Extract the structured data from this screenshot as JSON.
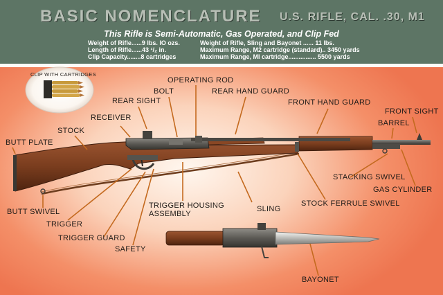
{
  "header": {
    "title": "BASIC NOMENCLATURE",
    "subtitle": "U.S. RIFLE, CAL. .30, M1",
    "tagline": "This Rifle is Semi-Automatic, Gas Operated, and Clip Fed",
    "specs": [
      "Weight of Rifle......9 lbs. IO ozs.",
      "Length of Rifle......43 ¹/₂ in.",
      "Clip Capacity........8 cartridges",
      "Weight of Rifle, Sling and Bayonet ...... 11 lbs.",
      "Maximum Range, M2 cartridge (standard).. 3450 yards",
      "Maximum Range, MI cartridge................ 5500 yards"
    ]
  },
  "labels": {
    "clip": "CLIP WITH CARTRIDGES",
    "operating_rod": "OPERATING ROD",
    "bolt": "BOLT",
    "rear_hand_guard": "REAR HAND GUARD",
    "rear_sight": "REAR SIGHT",
    "front_hand_guard": "FRONT HAND GUARD",
    "front_sight": "FRONT SIGHT",
    "receiver": "RECEIVER",
    "barrel": "BARREL",
    "stock": "STOCK",
    "butt_plate": "BUTT PLATE",
    "stacking_swivel": "STACKING SWIVEL",
    "gas_cylinder": "GAS CYLINDER",
    "butt_swivel": "BUTT SWIVEL",
    "trigger_housing": "TRIGGER HOUSING",
    "assembly": "ASSEMBLY",
    "sling": "SLING",
    "stock_ferrule_swivel": "STOCK FERRULE SWIVEL",
    "trigger": "TRIGGER",
    "trigger_guard": "TRIGGER GUARD",
    "safety": "SAFETY",
    "bayonet": "BAYONET"
  },
  "colors": {
    "header_bg": "#5d7565",
    "panel_edge": "#ee7550",
    "wood": "#7a3d1e",
    "metal": "#5c5a55",
    "leader": "#c46a1f"
  }
}
